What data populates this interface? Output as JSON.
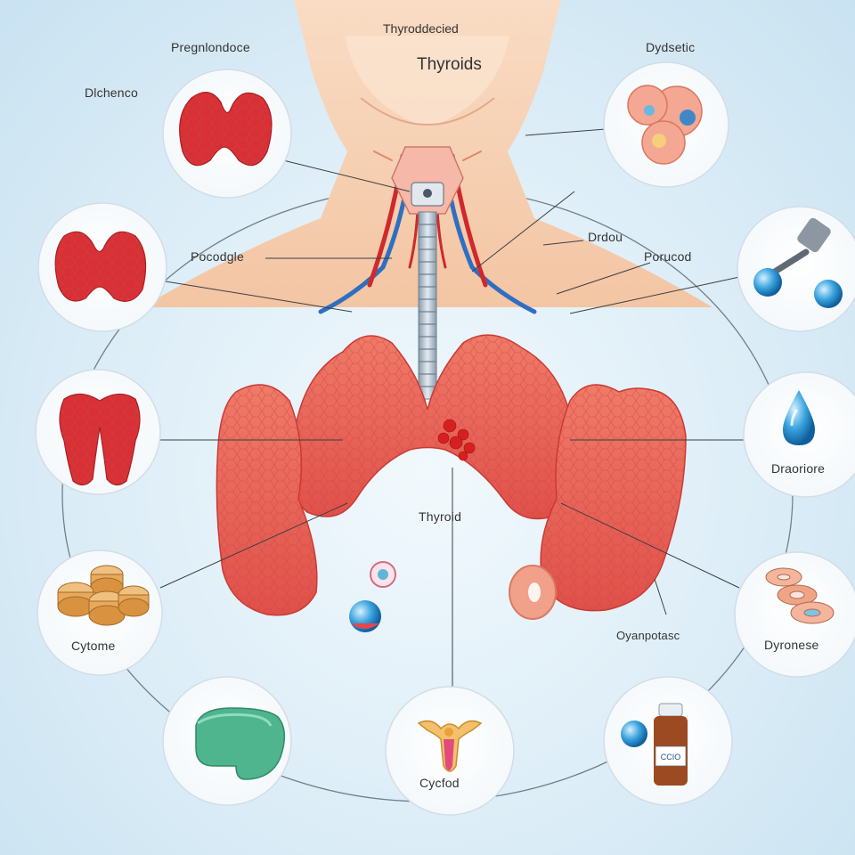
{
  "header": {
    "title_line1": "Thyroddecied",
    "title_line2": "Thyroids"
  },
  "labels": {
    "top_left": "Pregnlondoce",
    "left_upper": "Dlchenco",
    "left_mid": "Pocodgle",
    "right_upper": "Dydsetic",
    "right_mid1": "Drdou",
    "right_mid2": "Porucod",
    "center": "Thyroid",
    "right_low": "Oyanpotasc"
  },
  "icons": [
    {
      "name": "thyroid-gland-icon-1",
      "label": ""
    },
    {
      "name": "thyroid-gland-icon-2",
      "label": ""
    },
    {
      "name": "thyroid-gland-icon-3",
      "label": ""
    },
    {
      "name": "tablets-stack-icon",
      "label": "Cytome"
    },
    {
      "name": "green-tablet-icon",
      "label": ""
    },
    {
      "name": "uterus-icon",
      "label": "Cycfod"
    },
    {
      "name": "medicine-bottle-icon",
      "label": "",
      "bottle_text": "CCIO"
    },
    {
      "name": "pink-tablets-icon",
      "label": "Dyronese"
    },
    {
      "name": "water-drop-icon",
      "label": "Draoriore"
    },
    {
      "name": "magnifier-tool-icon",
      "label": ""
    },
    {
      "name": "cells-icon",
      "label": ""
    }
  ],
  "colors": {
    "gland": "#e8584f",
    "gland_dark": "#c83a33",
    "gland_icon": "#d83036",
    "skin": "#f7d3b8",
    "artery": "#d0282c",
    "vein": "#2f6fc2",
    "trachea": "#a9b8c8",
    "ring": "#5d6f7d"
  }
}
